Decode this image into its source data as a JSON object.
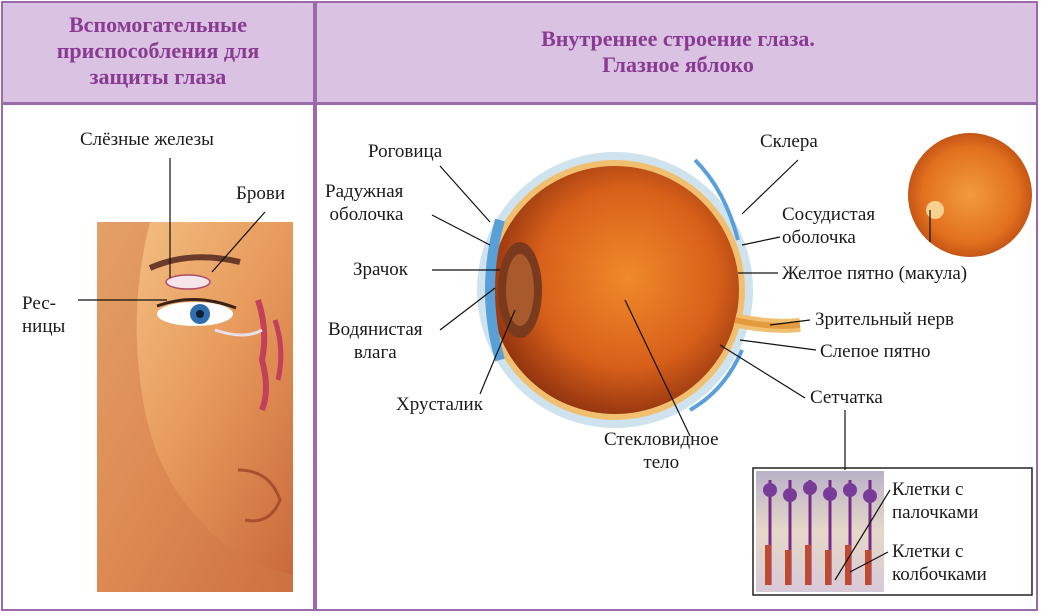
{
  "header": {
    "left_title": "Вспомогательные\nприспособления для\nзащиты глаза",
    "right_title": "Внутреннее строение глаза.\nГлазное яблоко"
  },
  "left_panel": {
    "labels": {
      "tear_glands": "Слёзные железы",
      "brows": "Брови",
      "eyelashes": "Рес-\nницы"
    }
  },
  "right_panel": {
    "labels": {
      "cornea": "Роговица",
      "iris": "Радужная\nоболочка",
      "pupil": "Зрачок",
      "aqueous": "Водянистая\nвлага",
      "lens": "Хрусталик",
      "vitreous": "Стекловидное\nтело",
      "sclera": "Склера",
      "choroid": "Сосудистая\nоболочка",
      "macula": "Желтое пятно (макула)",
      "optic_nerve": "Зрительный нерв",
      "blind_spot": "Слепое пятно",
      "retina": "Сетчатка",
      "rods": "Клетки с\nпалочками",
      "cones": "Клетки с\nколбочками"
    }
  },
  "colors": {
    "header_bg": "#d9c2e2",
    "border": "#9b6aaa",
    "header_text": "#8a3b91"
  }
}
